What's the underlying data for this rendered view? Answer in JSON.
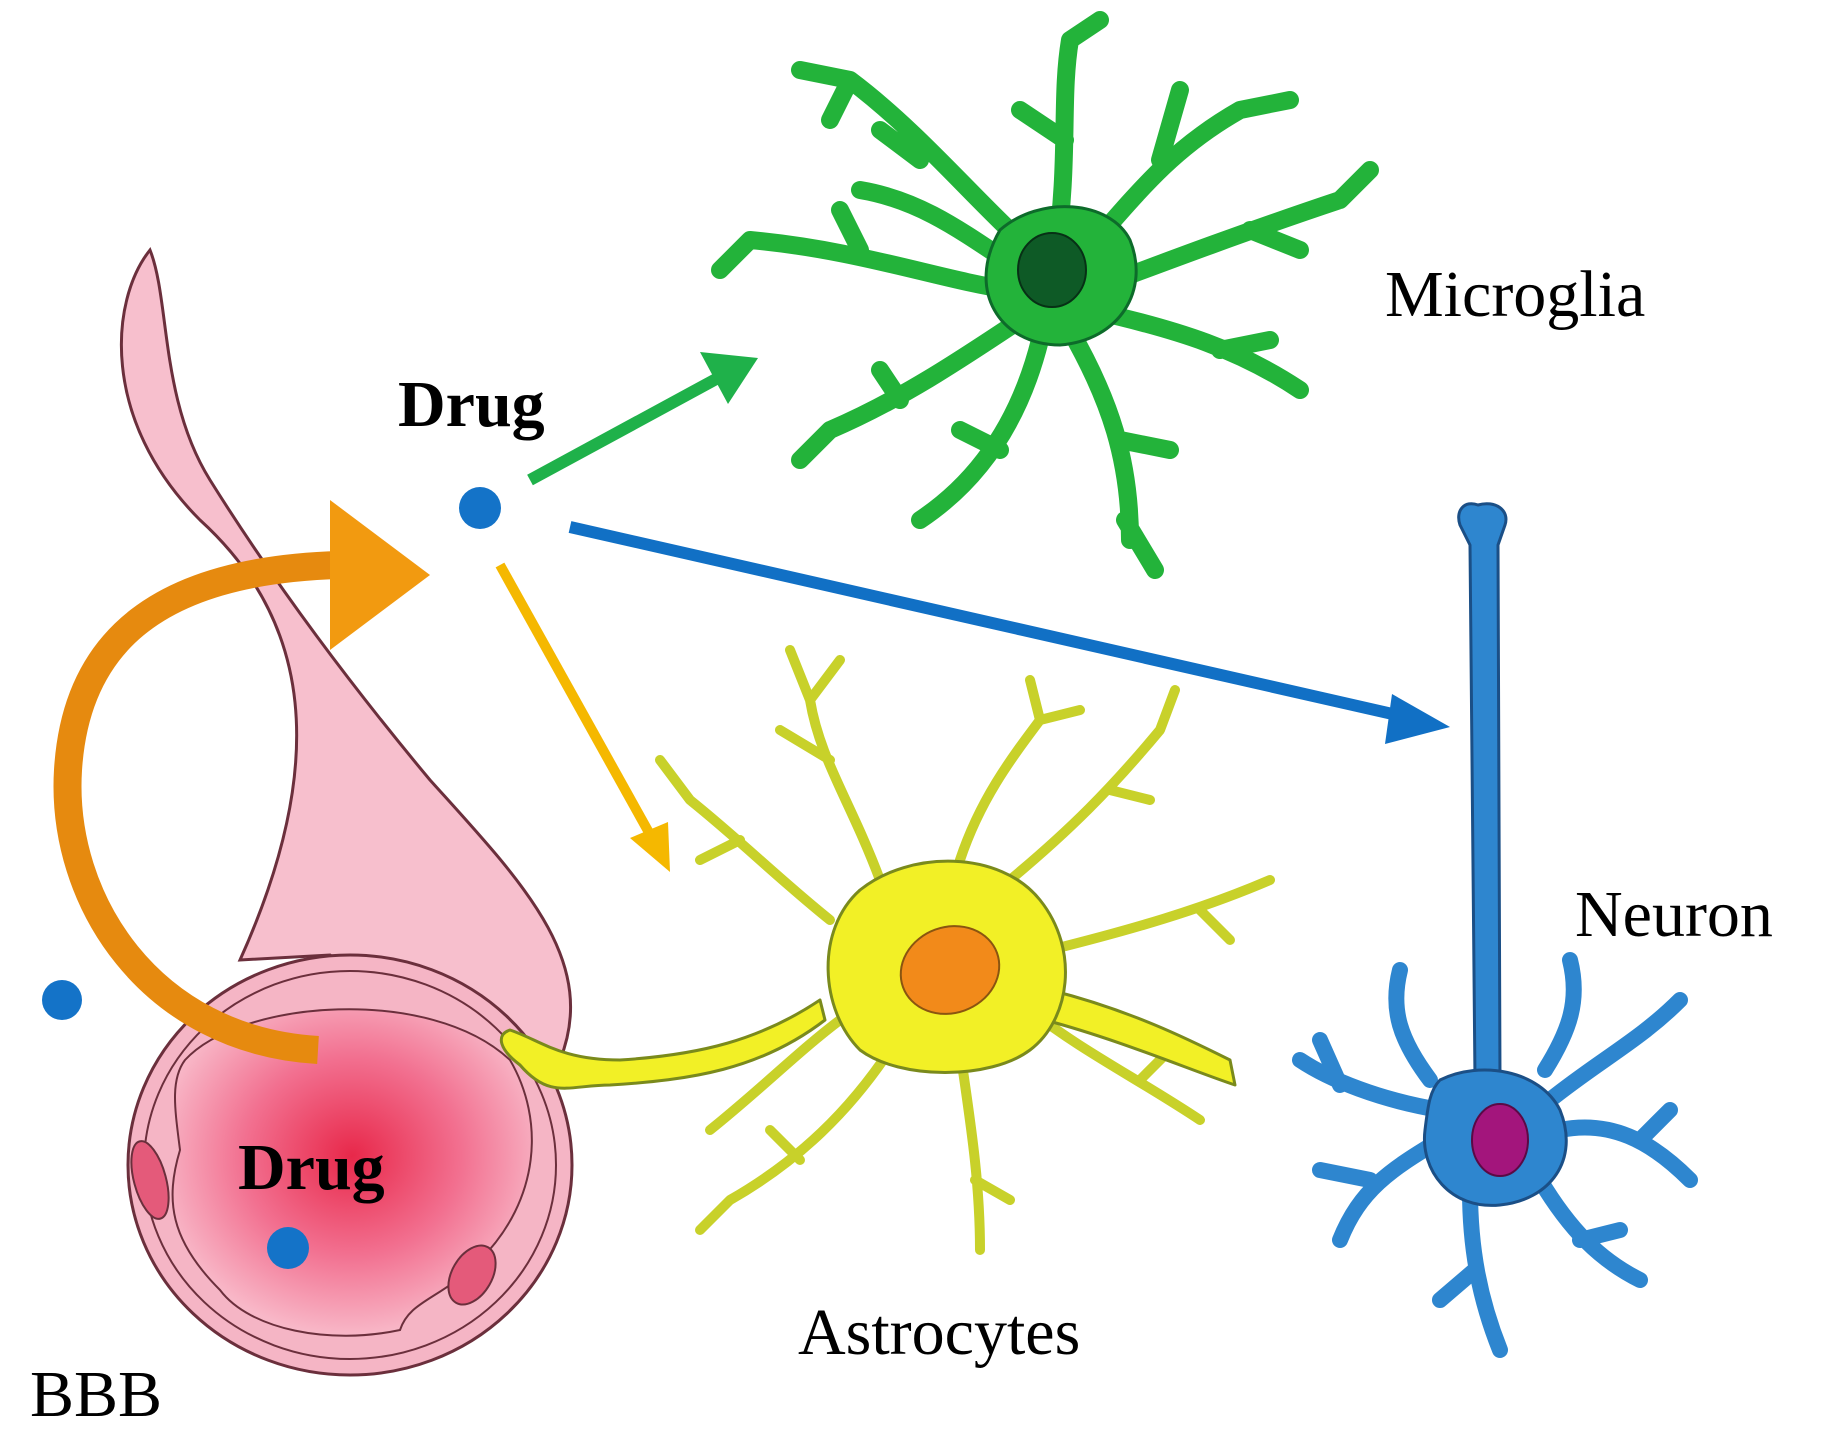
{
  "diagram": {
    "labels": {
      "drug_top": "Drug",
      "drug_vessel": "Drug",
      "microglia": "Microglia",
      "neuron": "Neuron",
      "astrocytes": "Astrocytes",
      "bbb": "BBB"
    },
    "arrows": {
      "drug_to_microglia": "green",
      "drug_to_neuron": "blue",
      "drug_to_astrocytes": "yellow",
      "vessel_to_drug": "orange"
    }
  },
  "colors": {
    "vessel_pink": "#f5b5c5",
    "vessel_lumen_red": "#e8284a",
    "vessel_outline": "#6b2f3c",
    "drug_dot": "#1473c8",
    "microglia_green": "#23b33a",
    "microglia_outline": "#0d6b2a",
    "microglia_nucleus": "#0e5a26",
    "astrocyte_yellow": "#f2f026",
    "astrocyte_outline": "#7a8a1c",
    "astrocyte_nucleus": "#f28a1a",
    "neuron_blue": "#2e86cf",
    "neuron_outline": "#1b4f86",
    "neuron_nucleus": "#a3157c",
    "arrow_green": "#1fb14a",
    "arrow_blue": "#1170c5",
    "arrow_yellow": "#f5b800",
    "arrow_orange": "#e68a0f"
  }
}
